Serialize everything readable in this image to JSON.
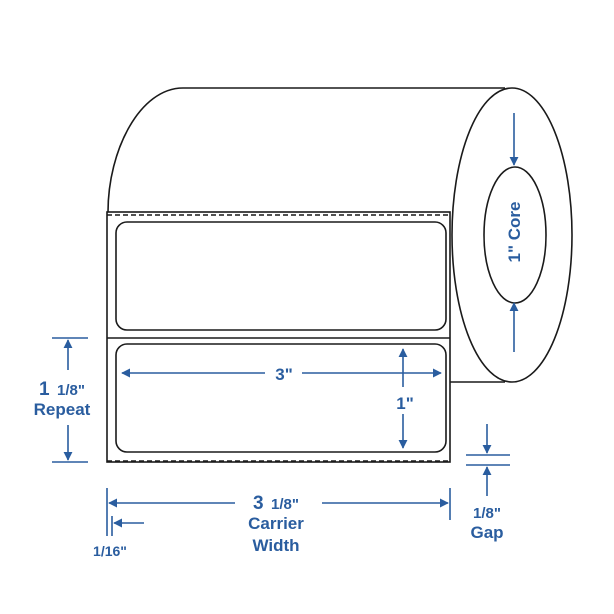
{
  "colors": {
    "dimension": "#2a5d9f",
    "outline": "#1a1a1a",
    "background": "#ffffff"
  },
  "labels": {
    "core": "1\" Core",
    "label_width": "3\"",
    "label_height": "1\"",
    "repeat_value_whole": "1",
    "repeat_value_frac": "1/8\"",
    "repeat_caption": "Repeat",
    "carrier_value_whole": "3",
    "carrier_value_frac": "1/8\"",
    "carrier_caption_1": "Carrier",
    "carrier_caption_2": "Width",
    "edge_margin": "1/16\"",
    "gap_value": "1/8\"",
    "gap_caption": "Gap"
  }
}
